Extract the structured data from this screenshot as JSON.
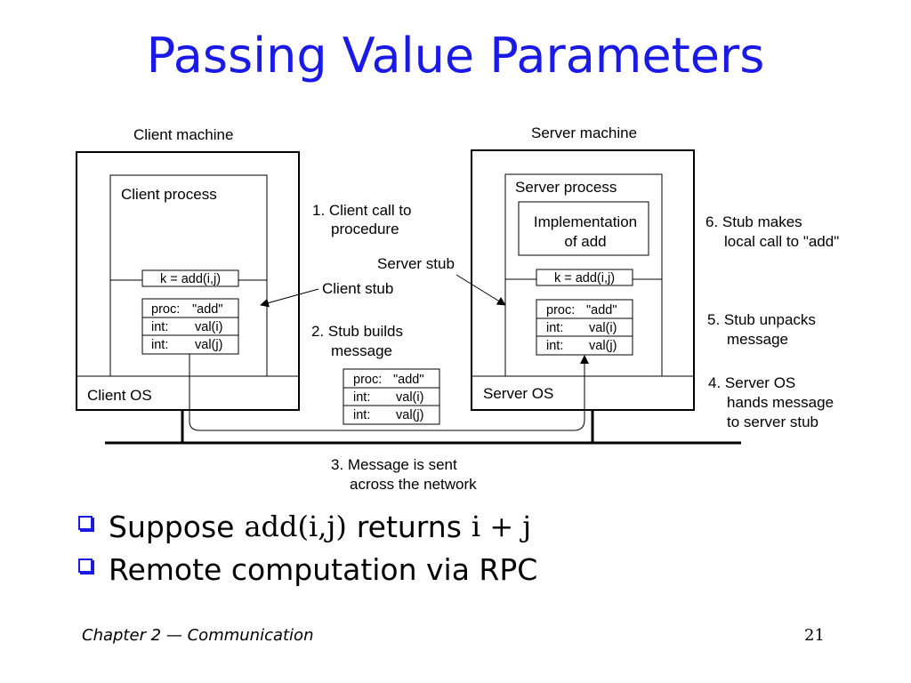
{
  "slide": {
    "title": "Passing Value Parameters",
    "footer_chapter": "Chapter 2",
    "footer_dash": "—",
    "footer_topic": "Communication",
    "page_number": "21"
  },
  "diagram": {
    "client_machine": "Client machine",
    "server_machine": "Server machine",
    "client_process": "Client process",
    "server_process": "Server process",
    "implementation_line1": "Implementation",
    "implementation_line2": "of add",
    "client_call": "k = add(i,j)",
    "server_call": "k = add(i,j)",
    "client_os": "Client OS",
    "server_os": "Server OS",
    "client_stub_label": "Client stub",
    "server_stub_label": "Server stub",
    "message_rows": [
      {
        "left": "proc:",
        "right": "\"add\""
      },
      {
        "left": "int:",
        "right": "val(i)"
      },
      {
        "left": "int:",
        "right": "val(j)"
      }
    ],
    "steps": {
      "step1_line1": "1. Client call to",
      "step1_line2": "procedure",
      "step2_line1": "2. Stub builds",
      "step2_line2": "message",
      "step3_line1": "3. Message is sent",
      "step3_line2": "across the network",
      "step4_line1": "4. Server OS",
      "step4_line2": "hands message",
      "step4_line3": "to server stub",
      "step5_line1": "5. Stub unpacks",
      "step5_line2": "message",
      "step6_line1": "6. Stub makes",
      "step6_line2": "local call to \"add\""
    }
  },
  "bullets": {
    "b1_word1": "Suppose",
    "b1_code1": "add(i,j)",
    "b1_word2": "returns",
    "b1_code2": "i + j",
    "b2_text": "Remote computation via RPC"
  },
  "colors": {
    "title": "#1a1ae6",
    "bullet_box": "#1a1ae6"
  },
  "icons": {
    "bullet": "hollow-square-bullet-icon"
  }
}
